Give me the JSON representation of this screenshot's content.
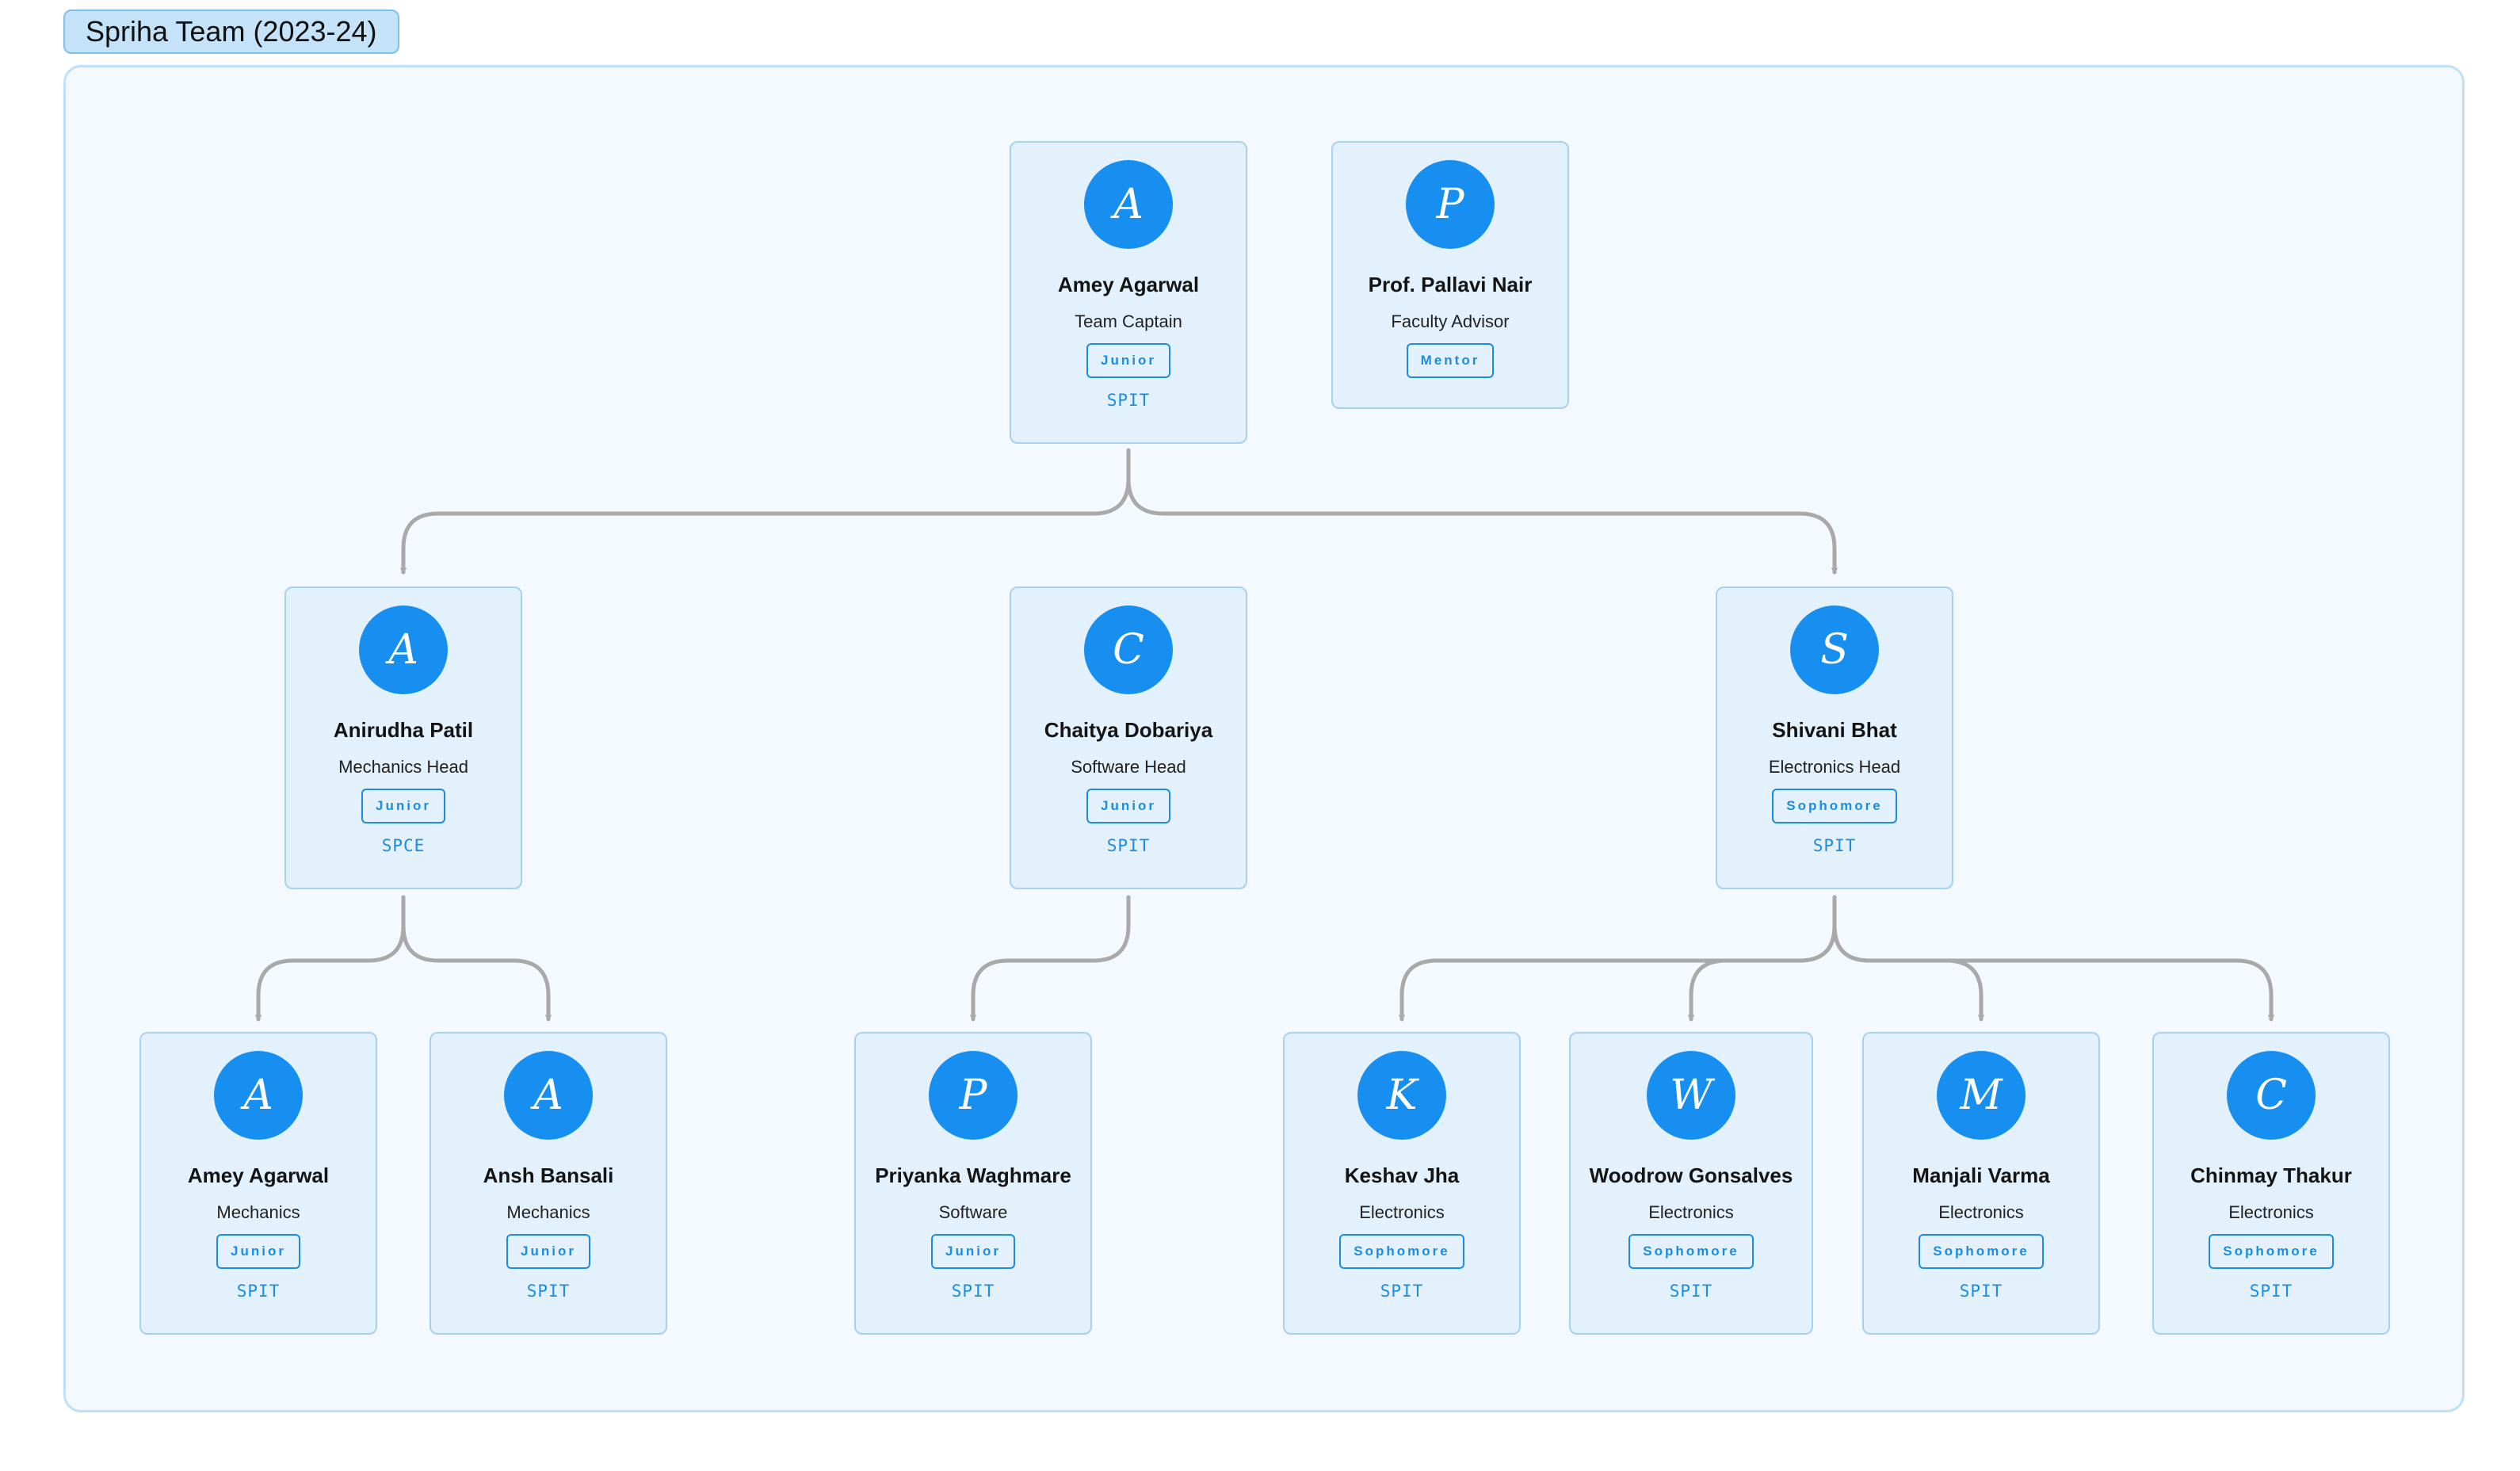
{
  "title": "Spriha Team (2023-24)",
  "colors": {
    "avatar": "#178ff0",
    "card_bg": "#e3f1fd",
    "card_border": "#a6d1f1",
    "accent": "#1b8ce0",
    "connector": "#a9a9a9",
    "frame_bg": "#f3f9fe"
  },
  "members": [
    {
      "initial": "A",
      "name": "Amey Agarwal",
      "role": "Team Captain",
      "year": "Junior",
      "college": "SPIT"
    },
    {
      "initial": "P",
      "name": "Prof. Pallavi Nair",
      "role": "Faculty Advisor",
      "year": "Mentor",
      "college": ""
    },
    {
      "initial": "A",
      "name": "Anirudha Patil",
      "role": "Mechanics Head",
      "year": "Junior",
      "college": "SPCE"
    },
    {
      "initial": "C",
      "name": "Chaitya Dobariya",
      "role": "Software Head",
      "year": "Junior",
      "college": "SPIT"
    },
    {
      "initial": "S",
      "name": "Shivani Bhat",
      "role": "Electronics Head",
      "year": "Sophomore",
      "college": "SPIT"
    },
    {
      "initial": "A",
      "name": "Amey Agarwal",
      "role": "Mechanics",
      "year": "Junior",
      "college": "SPIT"
    },
    {
      "initial": "A",
      "name": "Ansh Bansali",
      "role": "Mechanics",
      "year": "Junior",
      "college": "SPIT"
    },
    {
      "initial": "P",
      "name": "Priyanka Waghmare",
      "role": "Software",
      "year": "Junior",
      "college": "SPIT"
    },
    {
      "initial": "K",
      "name": "Keshav Jha",
      "role": "Electronics",
      "year": "Sophomore",
      "college": "SPIT"
    },
    {
      "initial": "W",
      "name": "Woodrow Gonsalves",
      "role": "Electronics",
      "year": "Sophomore",
      "college": "SPIT"
    },
    {
      "initial": "M",
      "name": "Manjali Varma",
      "role": "Electronics",
      "year": "Sophomore",
      "college": "SPIT"
    },
    {
      "initial": "C",
      "name": "Chinmay Thakur",
      "role": "Electronics",
      "year": "Sophomore",
      "college": "SPIT"
    }
  ]
}
